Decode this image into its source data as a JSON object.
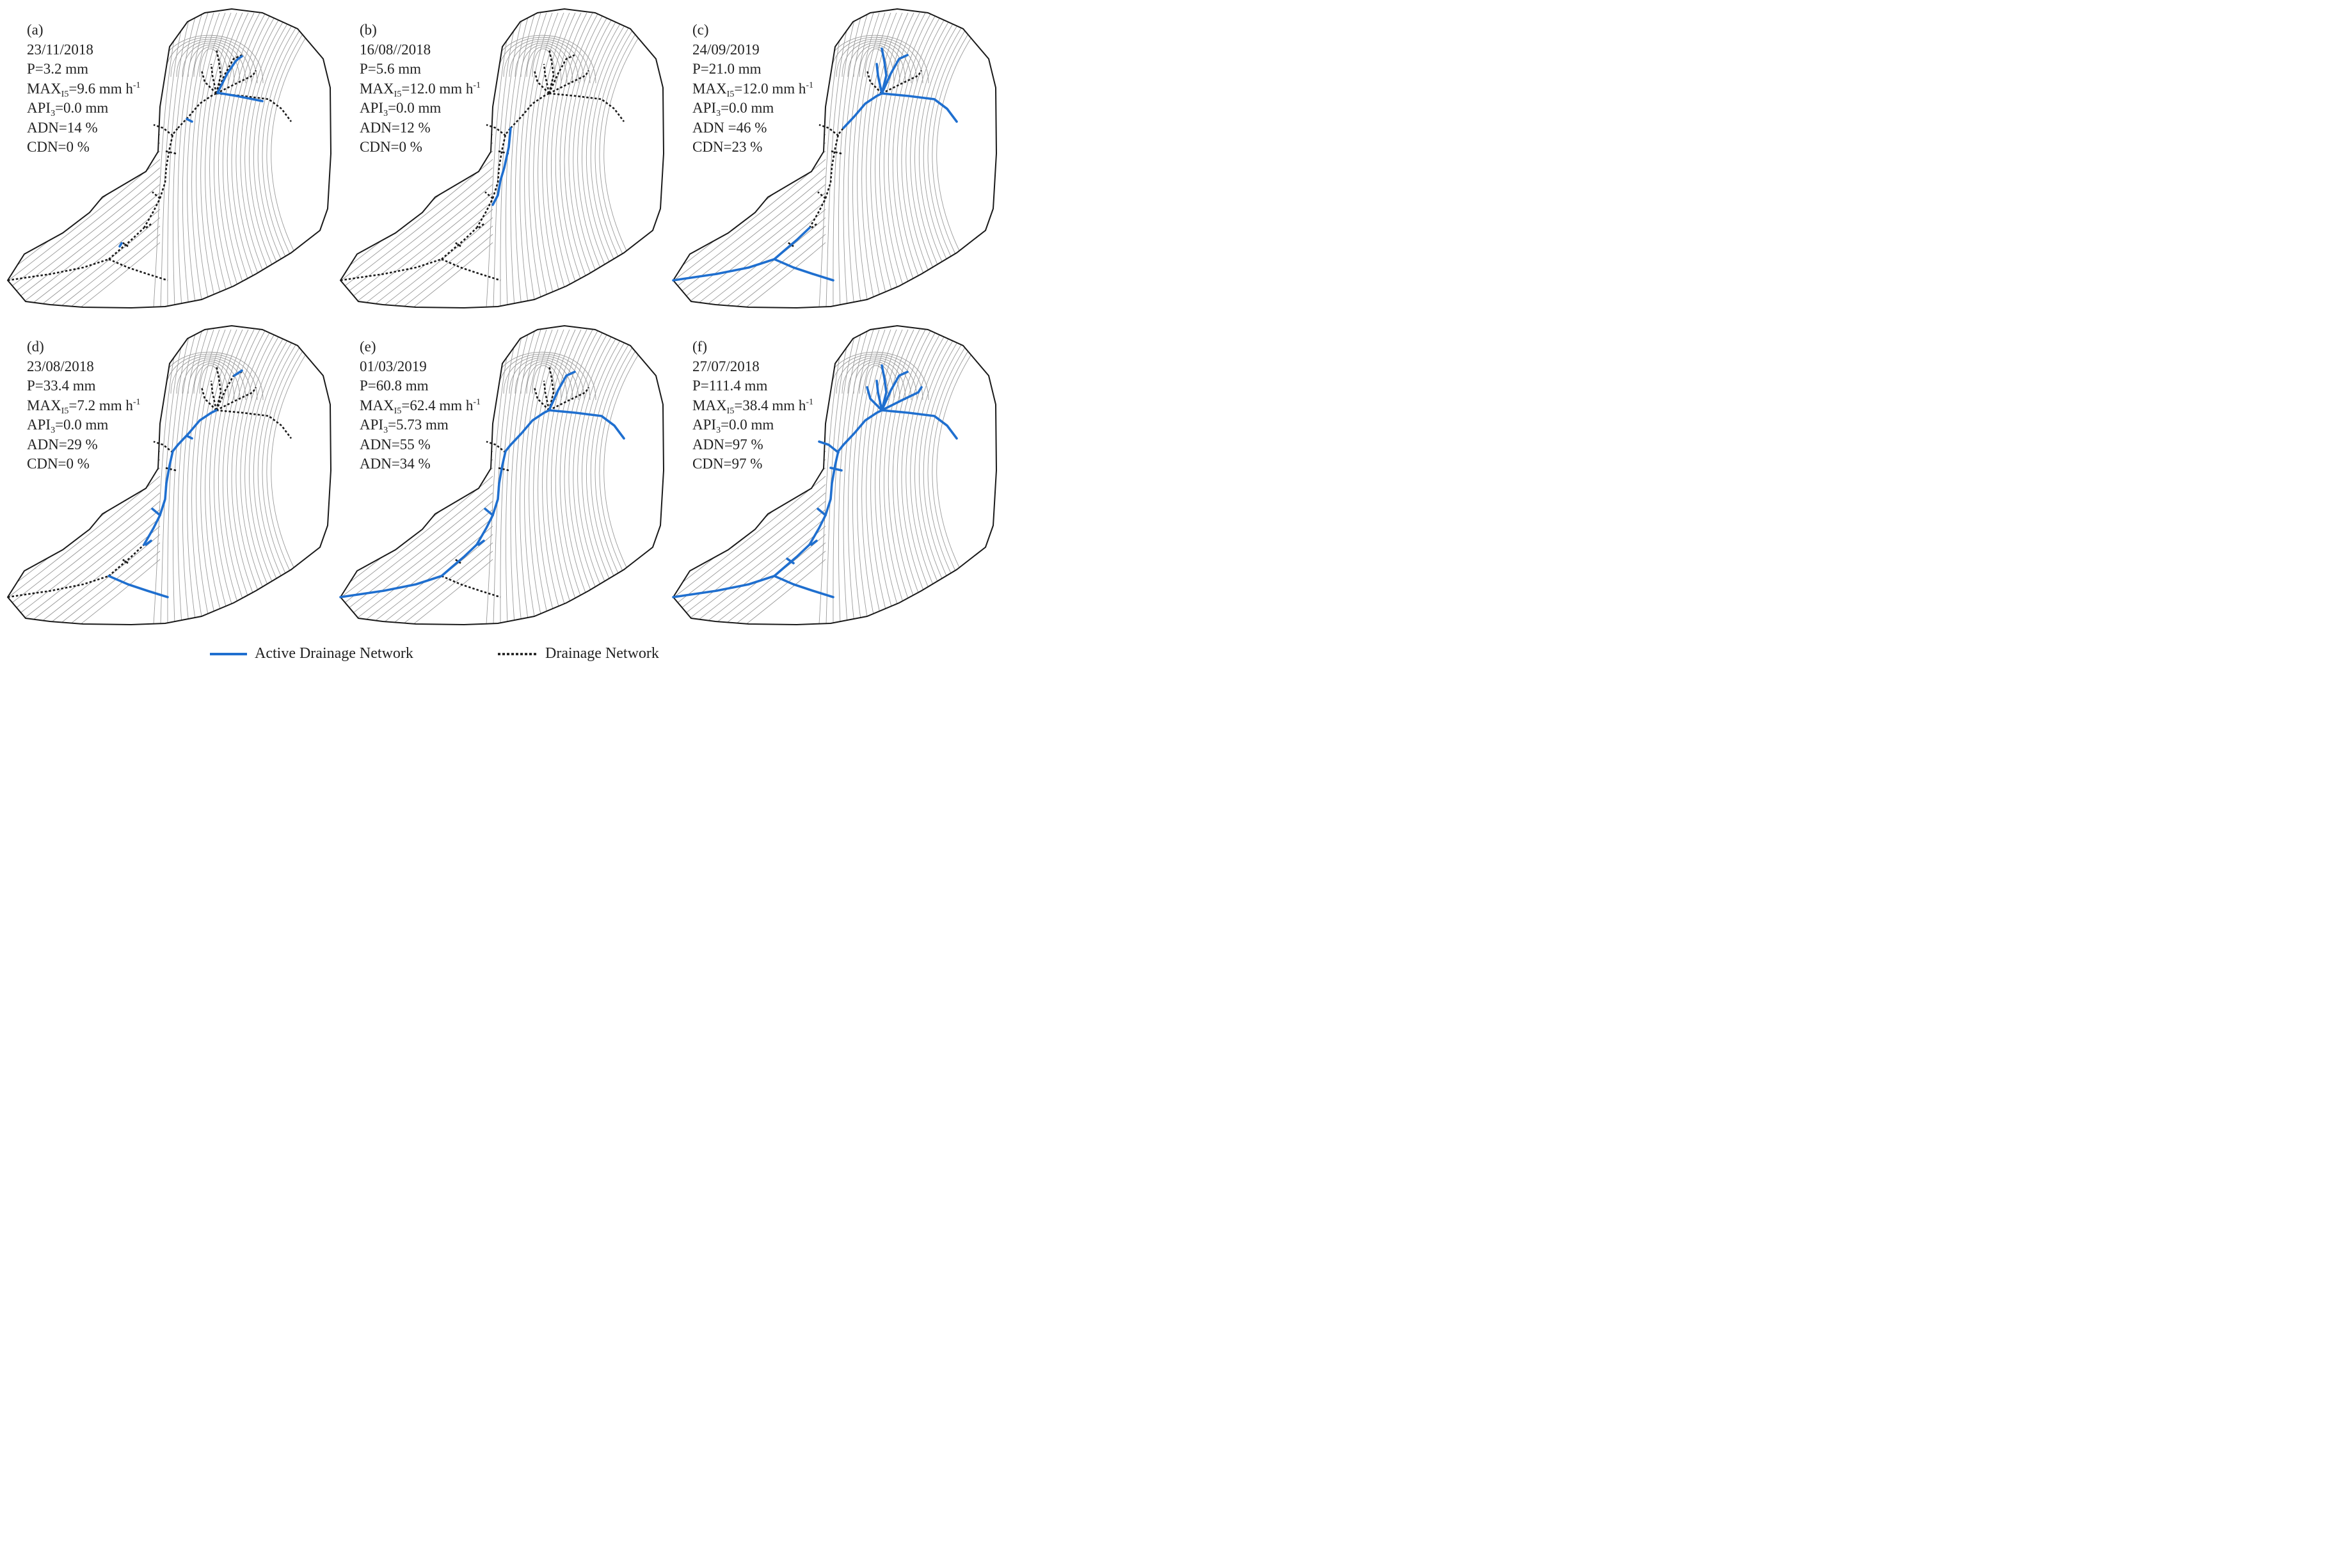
{
  "colors": {
    "active": "#1f6fcf",
    "network": "#1a1a1a",
    "contour": "#9a9a9a",
    "boundary": "#1a1a1a"
  },
  "panels": [
    {
      "tag": "(a)",
      "date": "23/11/2018",
      "p_text": "P=3.2 mm",
      "max_prefix": "MAX",
      "max_sub": "I5",
      "max_value": "=9.6 mm h",
      "max_sup": "-1",
      "api_prefix": "API",
      "api_sub": "3",
      "api_value": "=0.0 mm",
      "line5": "ADN=14 %",
      "line6": "CDN=0 %",
      "active_segments": [
        "sA",
        "sB",
        "sC",
        "sD",
        "sNE"
      ],
      "adn_percent": 14,
      "cdn_percent": 0
    },
    {
      "tag": "(b)",
      "date": "16/08//2018",
      "p_text": "P=5.6 mm",
      "max_prefix": "MAX",
      "max_sub": "I5",
      "max_value": "=12.0 mm h",
      "max_sup": "-1",
      "api_prefix": "API",
      "api_sub": "3",
      "api_value": "=0.0 mm",
      "line5": "ADN=12 %",
      "line6": "CDN=0 %",
      "active_segments": [
        "sE"
      ],
      "adn_percent": 12,
      "cdn_percent": 0
    },
    {
      "tag": "(c)",
      "date": "24/09/2019",
      "p_text": "P=21.0 mm",
      "max_prefix": "MAX",
      "max_sub": "I5",
      "max_value": "=12.0 mm h",
      "max_sup": "-1",
      "api_prefix": "API",
      "api_sub": "3",
      "api_value": "=0.0 mm",
      "line5": "ADN =46 %",
      "line6": "CDN=23 %",
      "active_segments": [
        "outlet",
        "lower1",
        "lowerBranch",
        "upper",
        "east",
        "nne",
        "n2",
        "nLong"
      ],
      "adn_percent": 46,
      "cdn_percent": 23
    },
    {
      "tag": "(d)",
      "date": "23/08/2018",
      "p_text": "P=33.4 mm",
      "max_prefix": "MAX",
      "max_sub": "I5",
      "max_value": "=7.2 mm h",
      "max_sup": "-1",
      "api_prefix": "API",
      "api_sub": "3",
      "api_value": "=0.0 mm",
      "line5": "ADN=29 %",
      "line6": "CDN=0 %",
      "active_segments": [
        "lowerBranch",
        "midLower",
        "mid",
        "upper",
        "sA",
        "tick1",
        "tick2",
        "nneTip"
      ],
      "adn_percent": 29,
      "cdn_percent": 0
    },
    {
      "tag": "(e)",
      "date": "01/03/2019",
      "p_text": "P=60.8 mm",
      "max_prefix": "MAX",
      "max_sub": "I5",
      "max_value": "=62.4 mm h",
      "max_sup": "-1",
      "api_prefix": "API",
      "api_sub": "3",
      "api_value": "=5.73 mm",
      "line5": "ADN=55 %",
      "line6": "ADN=34 %",
      "active_segments": [
        "outlet",
        "lower1",
        "midLower",
        "mid",
        "upper",
        "east",
        "nne",
        "tick1",
        "tick2"
      ],
      "adn_percent": 55,
      "cdn_percent": 34
    },
    {
      "tag": "(f)",
      "date": "27/07/2018",
      "p_text": "P=111.4 mm",
      "max_prefix": "MAX",
      "max_sub": "I5",
      "max_value": "=38.4 mm h",
      "max_sup": "-1",
      "api_prefix": "API",
      "api_sub": "3",
      "api_value": "=0.0 mm",
      "line5": "ADN=97 %",
      "line6": "CDN=97 %",
      "active_segments": [
        "outlet",
        "lower1",
        "lowerBranch",
        "midLower",
        "mid",
        "upper",
        "east",
        "nne",
        "n2",
        "nLong",
        "nLong2",
        "ne2",
        "tick1",
        "tick2",
        "tick3",
        "westTrib",
        "westTrib2"
      ],
      "adn_percent": 97,
      "cdn_percent": 97
    }
  ],
  "legend": {
    "active_label": "Active Drainage Network",
    "network_label": "Drainage Network"
  }
}
